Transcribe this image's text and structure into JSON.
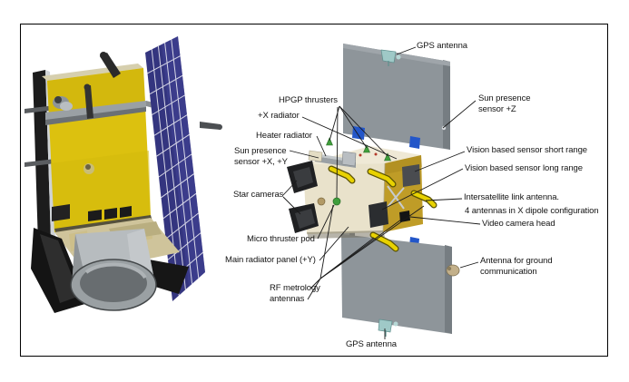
{
  "labels": {
    "hpgp": "HPGP thrusters",
    "x_radiator": "+X radiator",
    "heater_radiator": "Heater radiator",
    "sun_presence_xy": "Sun presence\nsensor +X, +Y",
    "star_cameras": "Star cameras",
    "micro_thruster_pod": "Micro thruster pod",
    "main_radiator_panel": "Main radiator panel (+Y)",
    "rf_metrology": "RF metrology\nantennas",
    "gps_antenna_top": "GPS antenna",
    "sun_presence_z": "Sun presence\nsensor +Z",
    "vision_short": "Vision based sensor short range",
    "vision_long": "Vision based sensor long range",
    "intersatellite_link": "Intersatellite link antenna.",
    "intersatellite_link_2": "4 antennas in X dipole configuration",
    "video_camera_head": "Video camera head",
    "antenna_ground": "Antenna for ground\ncommunication",
    "gps_antenna_bottom": "GPS antenna"
  },
  "colors": {
    "frame_border": "#000000",
    "solar_panel_gray": "#8e959a",
    "body_cream": "#e9e2cb",
    "body_gold": "#bf9c27",
    "left_sat_gold": "#dcc10f",
    "solar_array_blue": "#34357f",
    "marker_blue": "#2356c9",
    "thruster_green": "#3f9e3b",
    "link_antenna_yellow": "#e8d200",
    "gps_antenna_teal": "#9fc9c7",
    "adapter_ring_gray": "#9aa0a3"
  }
}
